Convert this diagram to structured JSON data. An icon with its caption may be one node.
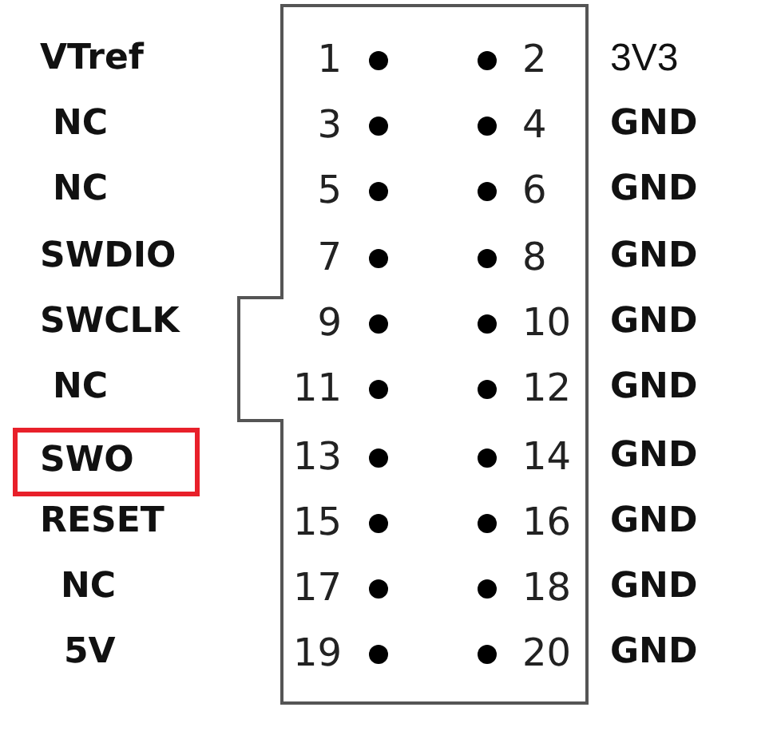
{
  "diagram": {
    "nodes": [
      {
        "text": [
          "1",
          "2",
          "3",
          "4",
          "5",
          "6",
          "7",
          "8",
          "9",
          "10",
          "11",
          "12",
          "13",
          "14",
          "15",
          "16",
          "17",
          "18",
          "19",
          "20"
        ]
      },
      {
        "text": [
          "SWO"
        ]
      }
    ],
    "labels": [
      "VTref",
      "3V3",
      "NC",
      "GND",
      "NC",
      "GND",
      "SWDIO",
      "GND",
      "SWCLK",
      "GND",
      "NC",
      "GND",
      "GND",
      "RESET",
      "GND",
      "NC",
      "GND",
      "5V",
      "GND"
    ]
  }
}
